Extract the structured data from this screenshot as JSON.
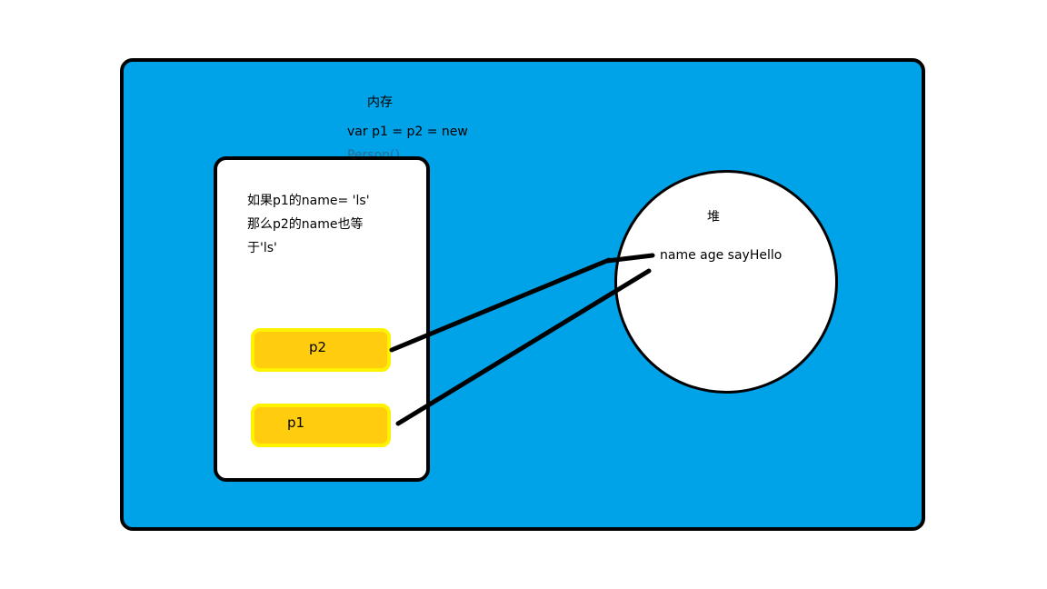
{
  "memory": {
    "title": "内存",
    "code_line1": "var p1 = p2 = new",
    "code_line2": "Person()"
  },
  "stack": {
    "note_line1": "如果p1的name= 'ls'",
    "note_line2": "那么p2的name也等",
    "note_line3": "于'ls'",
    "vars": {
      "p2": "p2",
      "p1": "p1"
    }
  },
  "heap": {
    "title": "堆",
    "members": "name age sayHello"
  },
  "colors": {
    "memory_bg": "#00a2e8",
    "var_fill": "#ffcc0e",
    "var_border": "#fff200",
    "outline": "#000000"
  }
}
